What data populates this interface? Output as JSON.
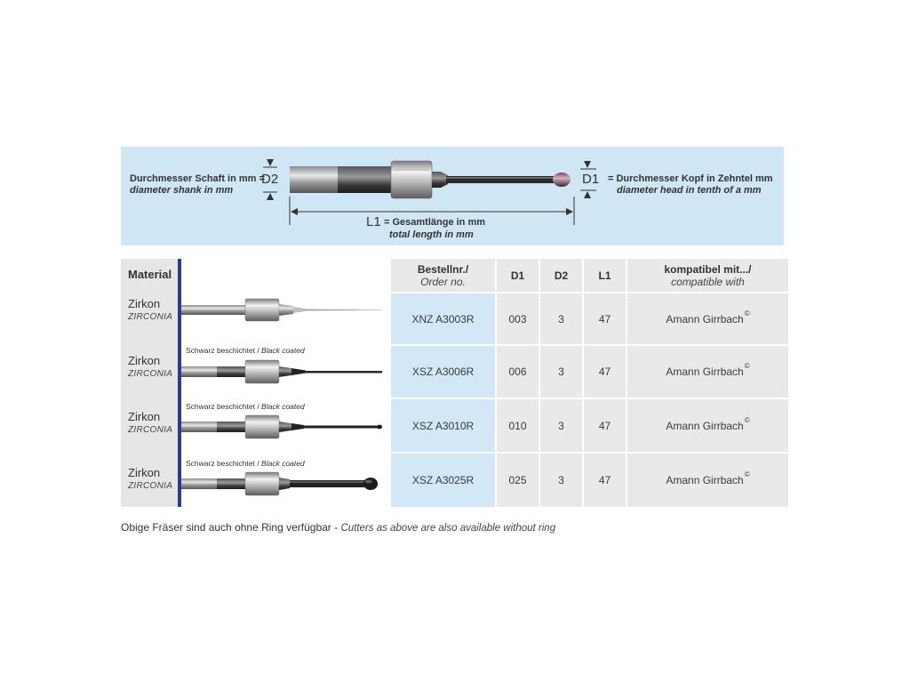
{
  "diagram": {
    "shank_label_de": "Durchmesser Schaft in mm =",
    "shank_label_en": "diameter shank in mm",
    "d2_symbol": "D2",
    "d1_symbol": "D1",
    "head_label_de": "= Durchmesser Kopf in Zehntel mm",
    "head_label_en": "diameter head in tenth of a mm",
    "l1_symbol": "L1",
    "length_label_de": "= Gesamtlänge in  mm",
    "length_label_en": "total length in mm"
  },
  "material": {
    "header": "Material",
    "rows": [
      {
        "name": "Zirkon",
        "name_en": "ZIRCONIA",
        "coating_de": "",
        "coating_en": ""
      },
      {
        "name": "Zirkon",
        "name_en": "ZIRCONIA",
        "coating_de": "Schwarz beschichtet / ",
        "coating_en": "Black coated"
      },
      {
        "name": "Zirkon",
        "name_en": "ZIRCONIA",
        "coating_de": "Schwarz beschichtet / ",
        "coating_en": "Black coated"
      },
      {
        "name": "Zirkon",
        "name_en": "ZIRCONIA",
        "coating_de": "Schwarz beschichtet / ",
        "coating_en": "Black coated"
      }
    ]
  },
  "table": {
    "headers": {
      "order_de": "Bestellnr./",
      "order_en": "Order no.",
      "d1": "D1",
      "d2": "D2",
      "l1": "L1",
      "compat_de": "kompatibel mit.../",
      "compat_en": "compatible with"
    },
    "rows": [
      {
        "order": "XNZ A3003R",
        "d1": "003",
        "d2": "3",
        "l1": "47",
        "compat": "Amann Girrbach",
        "mark": "©"
      },
      {
        "order": "XSZ A3006R",
        "d1": "006",
        "d2": "3",
        "l1": "47",
        "compat": "Amann Girrbach",
        "mark": "©"
      },
      {
        "order": "XSZ A3010R",
        "d1": "010",
        "d2": "3",
        "l1": "47",
        "compat": "Amann Girrbach",
        "mark": "©"
      },
      {
        "order": "XSZ A3025R",
        "d1": "025",
        "d2": "3",
        "l1": "47",
        "compat": "Amann Girrbach",
        "mark": "©"
      }
    ]
  },
  "footnote": {
    "de": "Obige Fräser sind auch ohne Ring verfügbar - ",
    "en": "Cutters as above are also available without ring"
  },
  "colors": {
    "diagram_bg": "#cfe6f5",
    "order_col_bg": "#d2e8f7",
    "cell_gray": "#e9e9e9",
    "divider_blue": "#2e3a8c"
  }
}
